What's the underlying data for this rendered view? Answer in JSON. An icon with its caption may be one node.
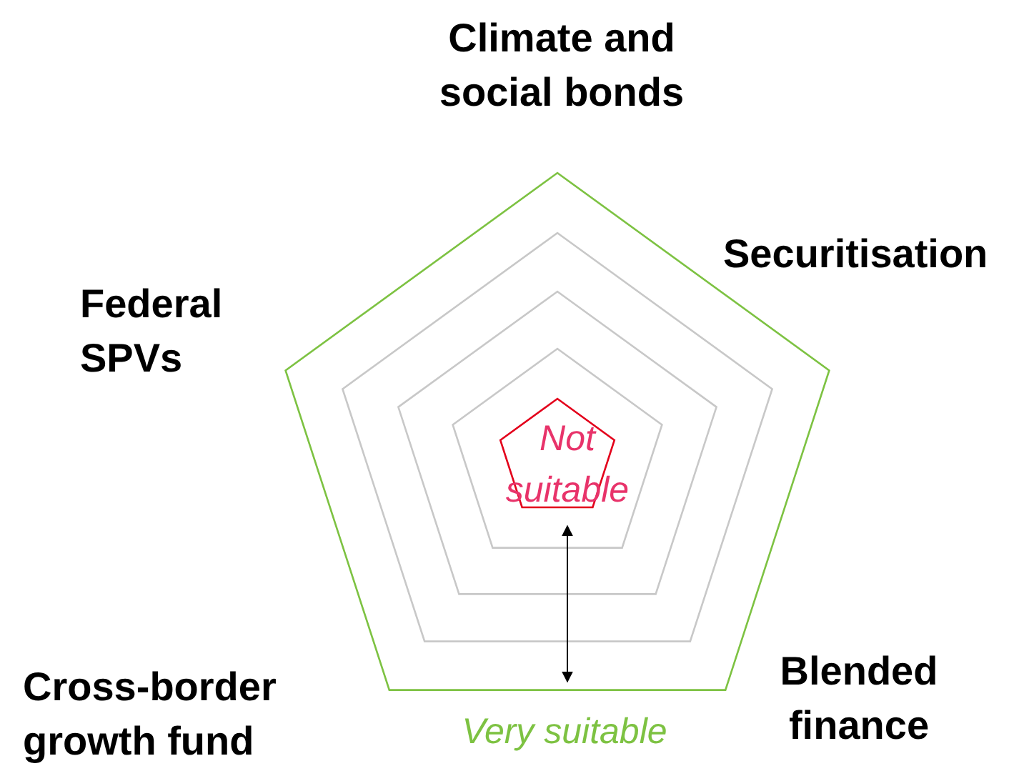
{
  "diagram": {
    "labels": [
      "Climate and social bonds",
      "Securitisation",
      "Federal SPVs",
      "Cross-border growth fund",
      "Blended finance",
      "Not suitable",
      "Very suitable"
    ]
  }
}
